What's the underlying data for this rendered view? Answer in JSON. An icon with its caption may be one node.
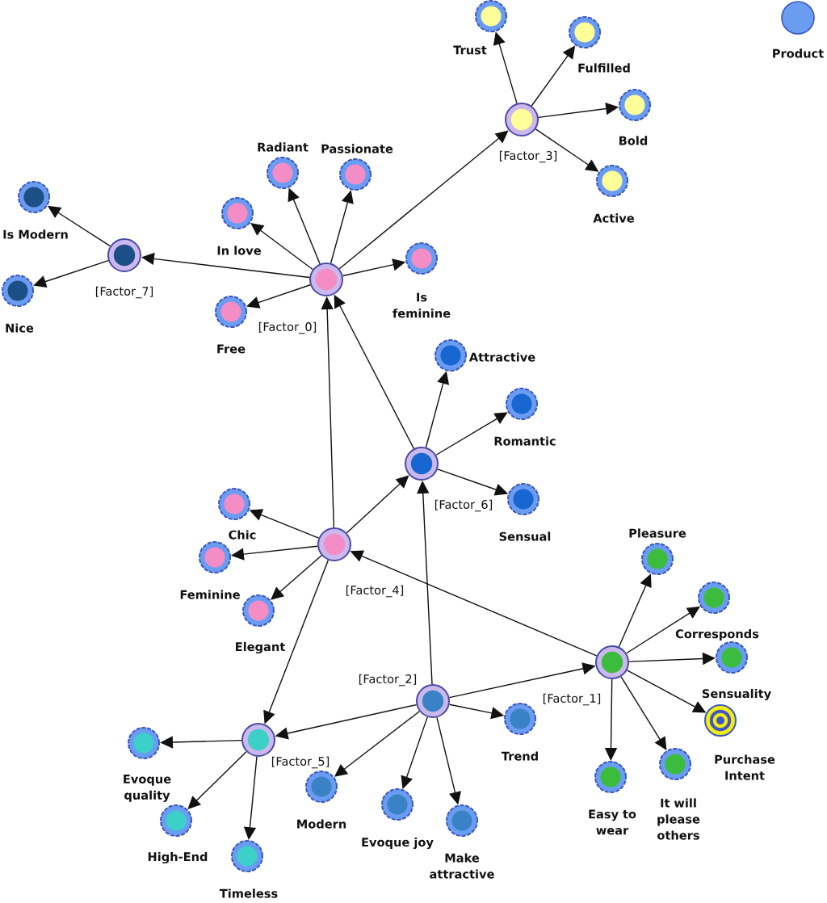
{
  "diagram": {
    "nodes": [
      {
        "text": [
          "Trust"
        ]
      },
      {
        "text": [
          "Product"
        ]
      },
      {
        "text": [
          "Fulfilled"
        ]
      },
      {
        "text": [
          "Bold"
        ]
      },
      {
        "text": [
          "[Factor_3]"
        ]
      },
      {
        "text": [
          "Radiant"
        ]
      },
      {
        "text": [
          "Passionate"
        ]
      },
      {
        "text": [
          "Active"
        ]
      },
      {
        "text": [
          "Is Modern"
        ]
      },
      {
        "text": [
          "In love"
        ]
      },
      {
        "text": [
          "[Factor_7]"
        ]
      },
      {
        "text": [
          "Is feminine"
        ]
      },
      {
        "text": [
          "[Factor_0]"
        ]
      },
      {
        "text": [
          "Nice"
        ]
      },
      {
        "text": [
          "Free"
        ]
      },
      {
        "text": [
          "Attractive"
        ]
      },
      {
        "text": [
          "Romantic"
        ]
      },
      {
        "text": [
          "[Factor_6]"
        ]
      },
      {
        "text": [
          "Sensual"
        ]
      },
      {
        "text": [
          "Chic"
        ]
      },
      {
        "text": [
          "[Factor_4]"
        ]
      },
      {
        "text": [
          "Feminine"
        ]
      },
      {
        "text": [
          "Pleasure"
        ]
      },
      {
        "text": [
          "Corresponds"
        ]
      },
      {
        "text": [
          "Elegant"
        ]
      },
      {
        "text": [
          "Sensuality"
        ]
      },
      {
        "text": [
          "[Factor_1]"
        ]
      },
      {
        "text": [
          "[Factor_2]"
        ]
      },
      {
        "text": [
          "Trend"
        ]
      },
      {
        "text": [
          "Purchase Intent"
        ]
      },
      {
        "text": [
          "[Factor_5]"
        ]
      },
      {
        "text": [
          "Evoque quality"
        ]
      },
      {
        "text": [
          "It will please others"
        ]
      },
      {
        "text": [
          "Easy to wear"
        ]
      },
      {
        "text": [
          "Modern"
        ]
      },
      {
        "text": [
          "Evoque joy"
        ]
      },
      {
        "text": [
          "High-End"
        ]
      },
      {
        "text": [
          "Make attractive"
        ]
      },
      {
        "text": [
          "Timeless"
        ]
      }
    ],
    "edges": [
      {
        "from": 4,
        "to": 0,
        "arrow": "to"
      },
      {
        "from": 4,
        "to": 2,
        "arrow": "to"
      },
      {
        "from": 4,
        "to": 3,
        "arrow": "to"
      },
      {
        "from": 4,
        "to": 7,
        "arrow": "to"
      },
      {
        "from": 12,
        "to": 4,
        "arrow": "to"
      },
      {
        "from": 12,
        "to": 10,
        "arrow": "to"
      },
      {
        "from": 10,
        "to": 8,
        "arrow": "to"
      },
      {
        "from": 10,
        "to": 13,
        "arrow": "to"
      },
      {
        "from": 12,
        "to": 9,
        "arrow": "to"
      },
      {
        "from": 12,
        "to": 5,
        "arrow": "to"
      },
      {
        "from": 12,
        "to": 6,
        "arrow": "to"
      },
      {
        "from": 12,
        "to": 11,
        "arrow": "to"
      },
      {
        "from": 12,
        "to": 14,
        "arrow": "to"
      },
      {
        "from": 17,
        "to": 12,
        "arrow": "to"
      },
      {
        "from": 20,
        "to": 12,
        "arrow": "to"
      },
      {
        "from": 17,
        "to": 15,
        "arrow": "to"
      },
      {
        "from": 17,
        "to": 16,
        "arrow": "to"
      },
      {
        "from": 17,
        "to": 18,
        "arrow": "to"
      },
      {
        "from": 20,
        "to": 17,
        "arrow": "to"
      },
      {
        "from": 27,
        "to": 17,
        "arrow": "to"
      },
      {
        "from": 20,
        "to": 19,
        "arrow": "to"
      },
      {
        "from": 20,
        "to": 21,
        "arrow": "to"
      },
      {
        "from": 20,
        "to": 24,
        "arrow": "to"
      },
      {
        "from": 26,
        "to": 20,
        "arrow": "to"
      },
      {
        "from": 20,
        "to": 30,
        "arrow": "to"
      },
      {
        "from": 27,
        "to": 30,
        "arrow": "to"
      },
      {
        "from": 27,
        "to": 26,
        "arrow": "to"
      },
      {
        "from": 27,
        "to": 28,
        "arrow": "to"
      },
      {
        "from": 27,
        "to": 34,
        "arrow": "to"
      },
      {
        "from": 27,
        "to": 35,
        "arrow": "to"
      },
      {
        "from": 27,
        "to": 37,
        "arrow": "to"
      },
      {
        "from": 30,
        "to": 31,
        "arrow": "to"
      },
      {
        "from": 30,
        "to": 36,
        "arrow": "to"
      },
      {
        "from": 30,
        "to": 38,
        "arrow": "to"
      },
      {
        "from": 26,
        "to": 22,
        "arrow": "to"
      },
      {
        "from": 26,
        "to": 23,
        "arrow": "to"
      },
      {
        "from": 26,
        "to": 25,
        "arrow": "to"
      },
      {
        "from": 26,
        "to": 29,
        "arrow": "to"
      },
      {
        "from": 26,
        "to": 32,
        "arrow": "to"
      },
      {
        "from": 26,
        "to": 33,
        "arrow": "to"
      }
    ]
  }
}
